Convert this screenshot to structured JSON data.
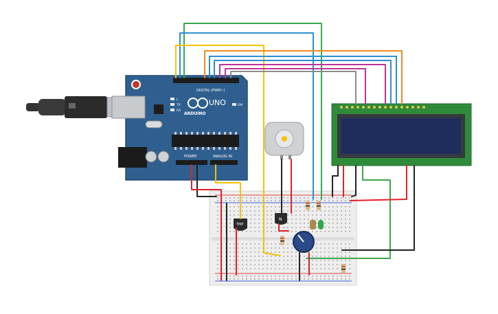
{
  "arduino": {
    "brand_label": "ARDUINO",
    "model_label": "UNO",
    "power_header_label": "POWER",
    "analog_header_label": "ANALOG IN",
    "digital_header_label": "DIGITAL (PWM~)",
    "on_led_label": "ON",
    "tx_label": "TX",
    "rx_label": "RX",
    "l_label": "L"
  },
  "components": {
    "temp_sensor_label": "TMP",
    "transistor_label": "N"
  },
  "colors": {
    "board": "#2f5f8f",
    "lcd_pcb": "#2e8b3a",
    "lcd_screen": "#1f2d5c",
    "wire_red": "#e0202a",
    "wire_black": "#222222",
    "wire_yellow": "#f2c200",
    "wire_green": "#3aa64a",
    "wire_blue": "#2a8fd0",
    "wire_orange": "#f08a24",
    "wire_magenta": "#b8339a",
    "wire_gray": "#8a8a8a",
    "breadboard": "#eeeeee"
  }
}
